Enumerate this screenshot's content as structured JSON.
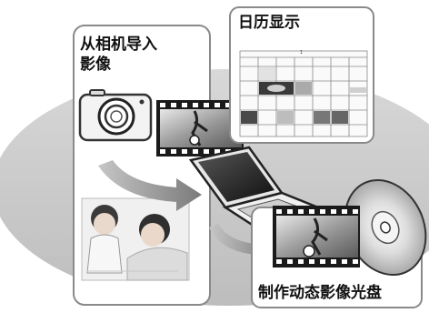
{
  "panels": {
    "import": {
      "label": "从相机导入\n影像"
    },
    "calendar": {
      "label": "日历显示",
      "month_header": "1"
    },
    "dvd": {
      "label": "制作动态影像光盘"
    }
  },
  "colors": {
    "ellipse": "#c9c9c9",
    "panel_border": "#8a8a8a",
    "arrow": "#8c8c8c",
    "film": "#1a1a1a"
  },
  "icons": [
    "camera-icon",
    "laptop-icon",
    "disc-icon",
    "film-strip-icon",
    "arrow-icon"
  ]
}
